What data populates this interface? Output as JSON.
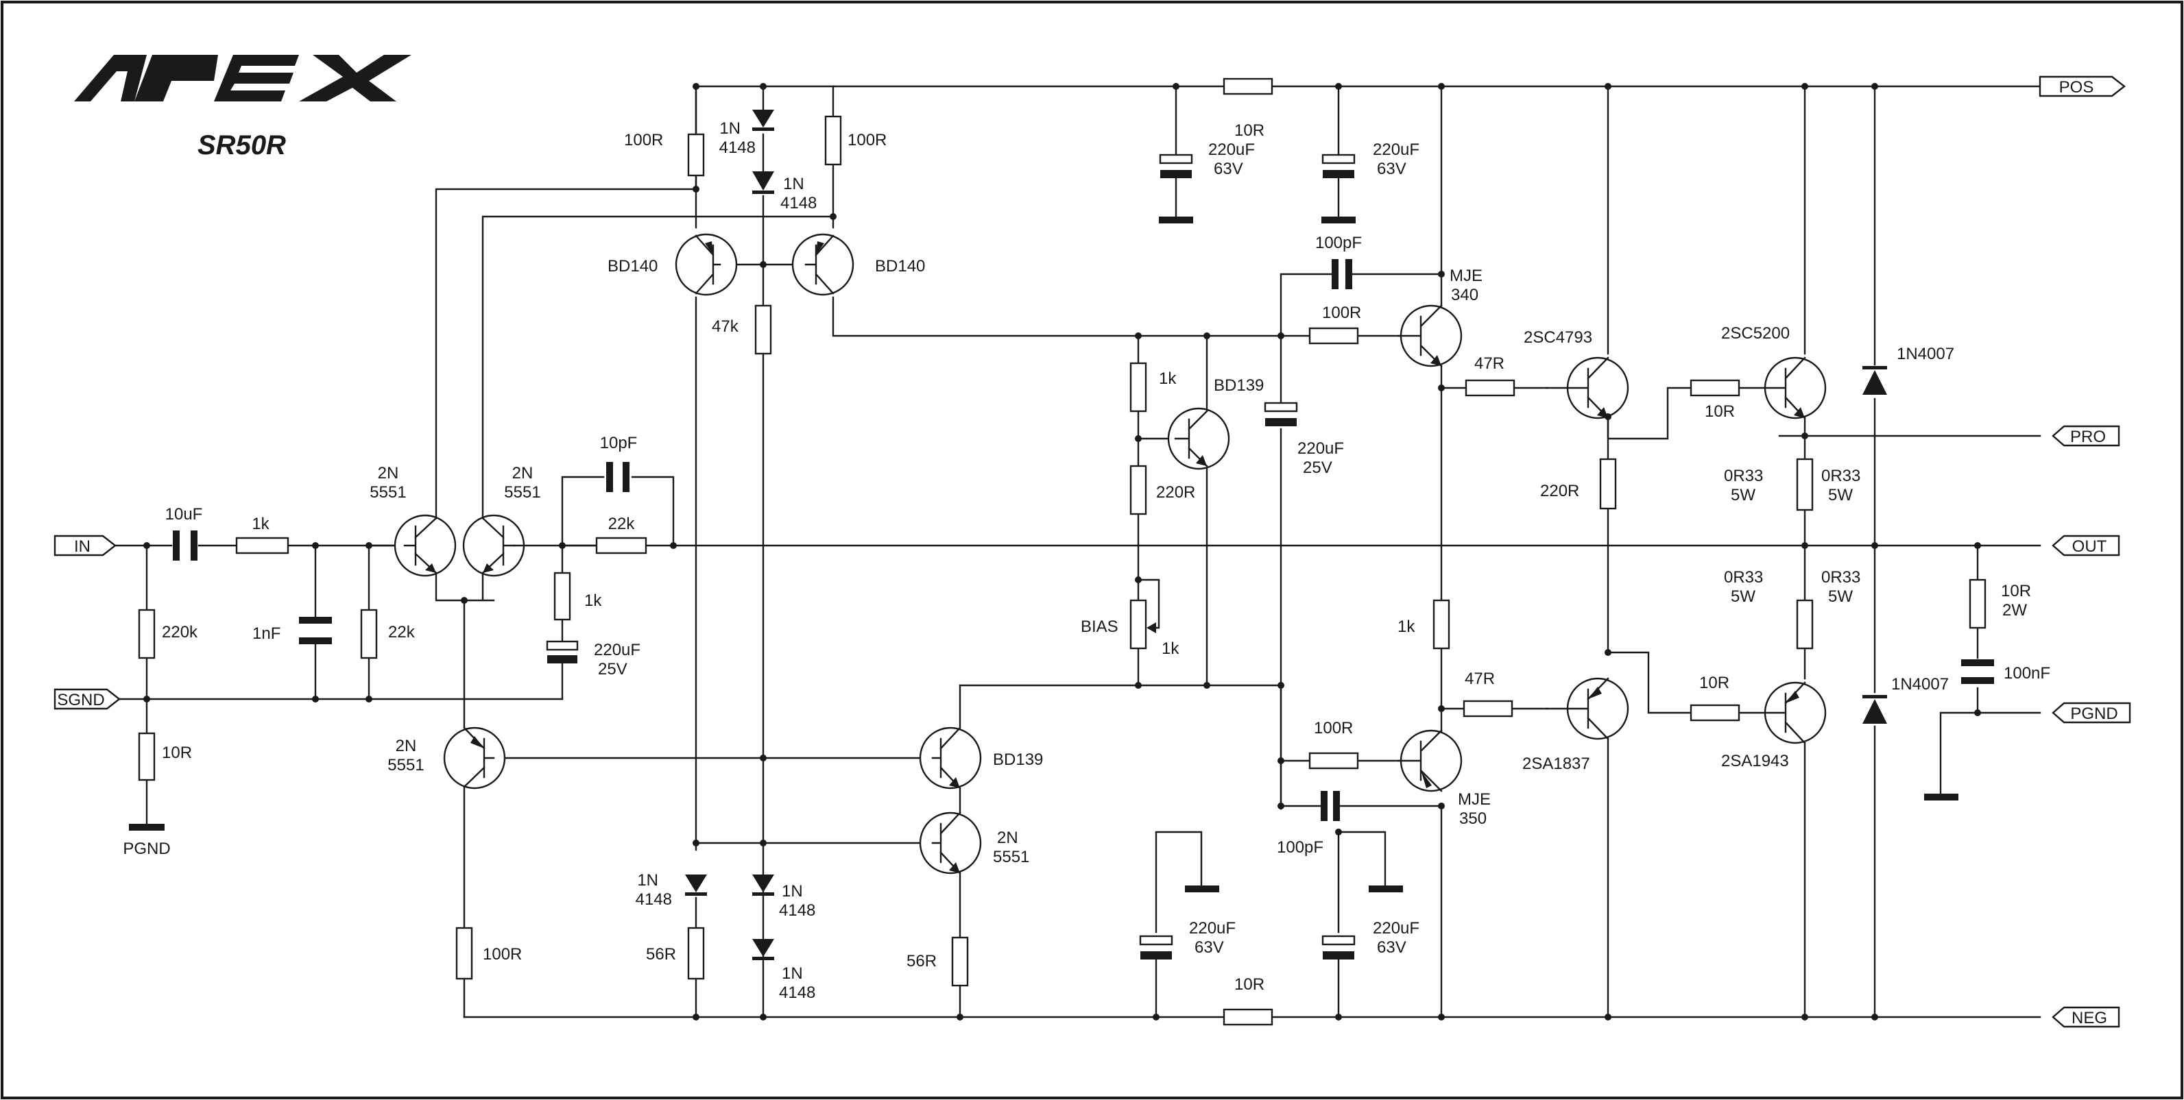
{
  "brand": {
    "logo_text": "APEX",
    "model": "SR50R"
  },
  "ports": {
    "pos": "POS",
    "pro": "PRO",
    "out": "OUT",
    "pgnd": "PGND",
    "neg": "NEG",
    "in": "IN",
    "sgnd": "SGND"
  },
  "ground_label": "PGND",
  "labels": {
    "r_100R_a": "100R",
    "d1_a": "1N",
    "d1_b": "4148",
    "d2_a": "1N",
    "d2_b": "4148",
    "r_100R_b": "100R",
    "q_bd140_l": "BD140",
    "q_bd140_r": "BD140",
    "r_47k": "47k",
    "r_10R_top": "10R",
    "c_top1_a": "220uF",
    "c_top1_b": "63V",
    "c_top2_a": "220uF",
    "c_top2_b": "63V",
    "c_100pF_top": "100pF",
    "q_mje340_a": "MJE",
    "q_mje340_b": "340",
    "r_100R_top": "100R",
    "r_1k_bias": "1k",
    "q_bd139_top": "BD139",
    "c_220uF25_a": "220uF",
    "c_220uF25_b": "25V",
    "r_220R_bias": "220R",
    "bias": "BIAS",
    "bias_1k": "1k",
    "r_47R_top": "47R",
    "q_2sc4793": "2SC4793",
    "q_2sc5200": "2SC5200",
    "r_10R_mid": "10R",
    "d_1n4007_top": "1N4007",
    "r_220R_out": "220R",
    "r_0R33_1a": "0R33",
    "r_0R33_1b": "5W",
    "r_0R33_2a": "0R33",
    "r_0R33_2b": "5W",
    "r_0R33_3a": "0R33",
    "r_0R33_3b": "5W",
    "r_0R33_4a": "0R33",
    "r_0R33_4b": "5W",
    "r_10R2W_a": "10R",
    "r_10R2W_b": "2W",
    "c_100nF": "100nF",
    "d_1n4007_bot": "1N4007",
    "c_10uF": "10uF",
    "r_1k_in": "1k",
    "r_220k": "220k",
    "c_1nF": "1nF",
    "r_22k": "22k",
    "r_10R_gnd": "10R",
    "q_2n5551_1a": "2N",
    "q_2n5551_1b": "5551",
    "q_2n5551_2a": "2N",
    "q_2n5551_2b": "5551",
    "c_10pF": "10pF",
    "r_22k_fb": "22k",
    "r_1k_fb": "1k",
    "c_220uF25_fb_a": "220uF",
    "c_220uF25_fb_b": "25V",
    "q_2n5551_3a": "2N",
    "q_2n5551_3b": "5551",
    "q_bd139_bot": "BD139",
    "q_2n5551_4a": "2N",
    "q_2n5551_4b": "5551",
    "d3_a": "1N",
    "d3_b": "4148",
    "d4_a": "1N",
    "d4_b": "4148",
    "d5_a": "1N",
    "d5_b": "4148",
    "r_56R_l": "56R",
    "r_56R_r": "56R",
    "r_100R_bot": "100R",
    "r_100R_low": "100R",
    "c_100pF_bot": "100pF",
    "q_mje350_a": "MJE",
    "q_mje350_b": "350",
    "r_1k_drv": "1k",
    "r_47R_bot": "47R",
    "q_2sa1837": "2SA1837",
    "q_2sa1943": "2SA1943",
    "r_10R_low": "10R",
    "c_bot1_a": "220uF",
    "c_bot1_b": "63V",
    "c_bot2_a": "220uF",
    "c_bot2_b": "63V",
    "r_10R_neg": "10R"
  }
}
